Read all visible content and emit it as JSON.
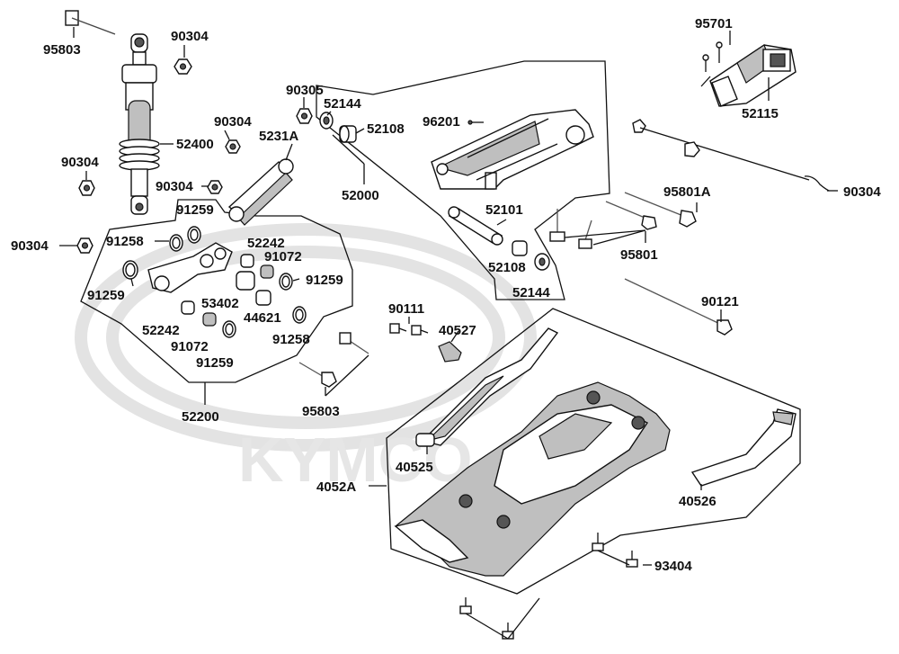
{
  "diagram": {
    "watermark": "KYMCO",
    "labels": {
      "l95803_top": "95803",
      "l90304_a": "90304",
      "l90305": "90305",
      "l52144_a": "52144",
      "l95701": "95701",
      "l52108_a": "52108",
      "l96201": "96201",
      "l52115": "52115",
      "l90304_b": "90304",
      "l52400": "52400",
      "l5231A": "5231A",
      "l90304_c": "90304",
      "l90304_d": "90304",
      "l52000": "52000",
      "l95801A": "95801A",
      "l90304_e": "90304",
      "l91259_a": "91259",
      "l52101": "52101",
      "l90304_f": "90304",
      "l91258_a": "91258",
      "l52242_a": "52242",
      "l91072_a": "91072",
      "l52108_b": "52108",
      "l95801": "95801",
      "l91259_b": "91259",
      "l91259_c": "91259",
      "l52144_b": "52144",
      "l53402": "53402",
      "l90121": "90121",
      "l90111": "90111",
      "l44621": "44621",
      "l52242_b": "52242",
      "l40527": "40527",
      "l91072_b": "91072",
      "l91258_b": "91258",
      "l91259_d": "91259",
      "l95803_b": "95803",
      "l52200": "52200",
      "l40525": "40525",
      "l4052A": "4052A",
      "l40526": "40526",
      "l93404": "93404"
    }
  }
}
